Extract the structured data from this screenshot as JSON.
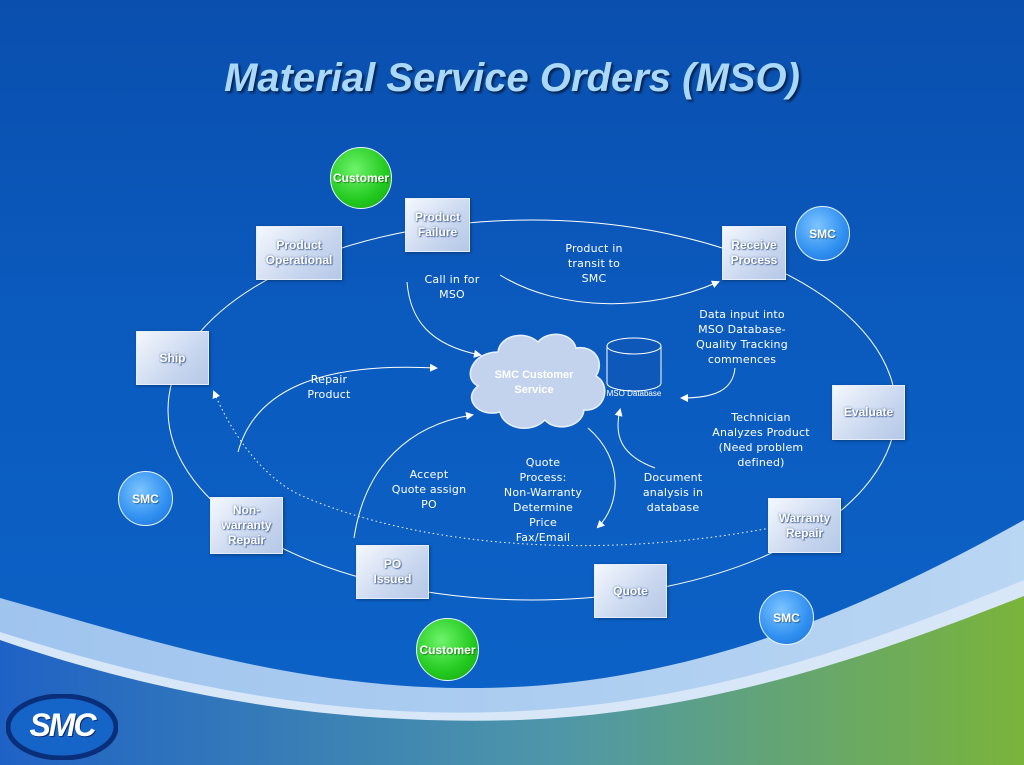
{
  "title": "Material Service Orders (MSO)",
  "boxes": {
    "product_failure": "Product\nFailure",
    "product_operational": "Product\nOperational",
    "receive_process": "Receive\nProcess",
    "ship": "Ship",
    "evaluate": "Evaluate",
    "non_warranty_repair": "Non-\nwarranty\nRepair",
    "warranty_repair": "Warranty\nRepair",
    "po_issued": "PO\nIssued",
    "quote": "Quote"
  },
  "circles": {
    "customer_top": "Customer",
    "customer_bottom": "Customer",
    "smc_top_right": "SMC",
    "smc_left": "SMC",
    "smc_bottom_right": "SMC"
  },
  "center": {
    "cloud": "SMC Customer\nService",
    "database": "MSO Database"
  },
  "labels": {
    "call_in": "Call in for\nMSO",
    "product_in_transit": "Product in\ntransit  to\nSMC",
    "data_input": "Data input into\nMSO Database-\nQuality Tracking\ncommences",
    "repair_product": "Repair\nProduct",
    "technician": "Technician\nAnalyzes Product\n(Need  problem\ndefined)",
    "accept_quote": "Accept\nQuote assign\nPO",
    "quote_process": "Quote\nProcess:\nNon-Warranty\nDetermine\nPrice\nFax/Email",
    "document_analysis": "Document\nanalysis in\ndatabase"
  },
  "logo": {
    "text": "SMC"
  },
  "colors": {
    "customer": "#22c91e",
    "smc": "#2f8ff0",
    "background": "#0b5bbf",
    "title": "#a9d8f8"
  }
}
